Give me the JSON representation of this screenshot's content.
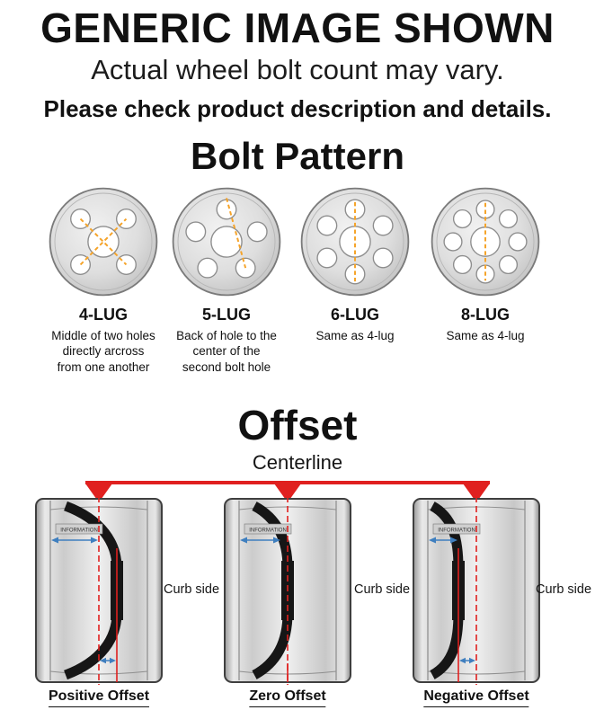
{
  "header": {
    "title": "GENERIC IMAGE SHOWN",
    "subtitle": "Actual wheel bolt count may vary.",
    "note": "Please check product description and details."
  },
  "bolt_pattern": {
    "title": "Bolt Pattern",
    "lugs": [
      {
        "label": "4-LUG",
        "holes": 4,
        "description": "Middle of two holes directly arcross from one another"
      },
      {
        "label": "5-LUG",
        "holes": 5,
        "description": "Back of hole to the center of the second bolt hole"
      },
      {
        "label": "6-LUG",
        "holes": 6,
        "description": "Same as 4-lug"
      },
      {
        "label": "8-LUG",
        "holes": 8,
        "description": "Same as 4-lug"
      }
    ],
    "colors": {
      "measure_dash": "#f5a329",
      "wheel_face": "#dedede"
    }
  },
  "offset": {
    "title": "Offset",
    "centerline_label": "Centerline",
    "curb_side_label": "Curb side",
    "rim_text": "INFORMATION",
    "diagrams": [
      {
        "label": "Positive Offset",
        "type": "positive"
      },
      {
        "label": "Zero Offset",
        "type": "zero"
      },
      {
        "label": "Negative Offset",
        "type": "negative"
      }
    ],
    "colors": {
      "centerline_red": "#e0201f",
      "arrow_blue": "#3f7fbf"
    }
  }
}
